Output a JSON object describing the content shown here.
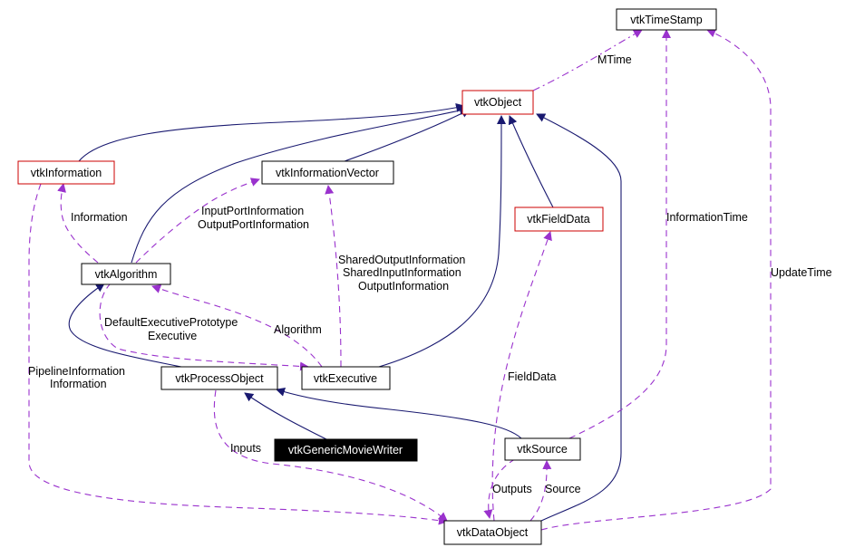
{
  "nodes": {
    "vtkTimeStamp": {
      "label": "vtkTimeStamp"
    },
    "vtkObject": {
      "label": "vtkObject"
    },
    "vtkInformation": {
      "label": "vtkInformation"
    },
    "vtkInformationVector": {
      "label": "vtkInformationVector"
    },
    "vtkFieldData": {
      "label": "vtkFieldData"
    },
    "vtkAlgorithm": {
      "label": "vtkAlgorithm"
    },
    "vtkExecutive": {
      "label": "vtkExecutive"
    },
    "vtkProcessObject": {
      "label": "vtkProcessObject"
    },
    "vtkGenericMovieWriter": {
      "label": "vtkGenericMovieWriter"
    },
    "vtkSource": {
      "label": "vtkSource"
    },
    "vtkDataObject": {
      "label": "vtkDataObject"
    }
  },
  "edge_labels": {
    "mtime": "MTime",
    "information": "Information",
    "port_info_1": "InputPortInformation",
    "port_info_2": "OutputPortInformation",
    "shared_1": "SharedOutputInformation",
    "shared_2": "SharedInputInformation",
    "shared_3": "OutputInformation",
    "information_time": "InformationTime",
    "update_time": "UpdateTime",
    "default_exec_1": "DefaultExecutivePrototype",
    "default_exec_2": "Executive",
    "algorithm": "Algorithm",
    "pipeline_1": "PipelineInformation",
    "pipeline_2": "Information",
    "field_data": "FieldData",
    "inputs": "Inputs",
    "outputs": "Outputs",
    "source": "Source"
  },
  "colors": {
    "inheritance": "#191970",
    "usage": "#9a32cd",
    "highlight_border": "#cc0000",
    "focus_node_fill": "#000000"
  }
}
